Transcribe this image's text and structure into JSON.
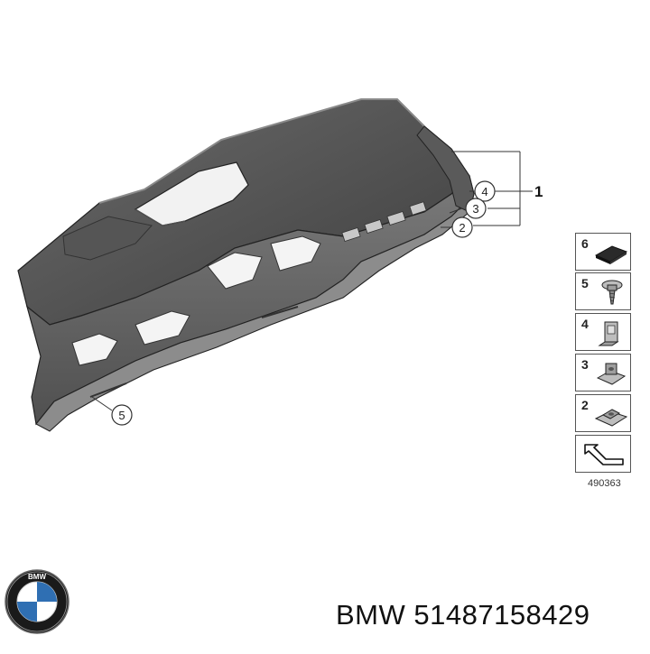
{
  "diagram": {
    "callouts": {
      "main_part": "1",
      "c2": "2",
      "c3": "3",
      "c4": "4",
      "c5": "5"
    },
    "legend": [
      {
        "num": "6",
        "icon": "pad-icon"
      },
      {
        "num": "5",
        "icon": "screw-icon"
      },
      {
        "num": "4",
        "icon": "clip-icon"
      },
      {
        "num": "3",
        "icon": "nut-icon"
      },
      {
        "num": "2",
        "icon": "clip-nut-icon"
      },
      {
        "num": "",
        "icon": "arrow-icon"
      }
    ],
    "reference_code": "490363"
  },
  "caption": {
    "brand": "BMW",
    "part_number": "51487158429",
    "full": "BMW 51487158429"
  },
  "colors": {
    "panel_dark": "#4a4a4a",
    "panel_mid": "#6e6e6e",
    "panel_light": "#9a9a9a",
    "logo_blue": "#2f6fb3"
  }
}
